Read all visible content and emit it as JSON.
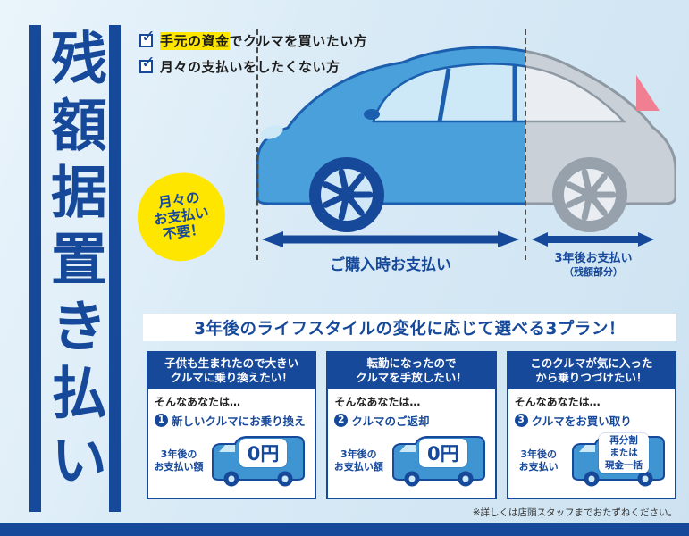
{
  "colors": {
    "dark_blue": "#17499b",
    "yellow": "#ffe600",
    "car_blue": "#4aa0da",
    "car_gray": "#c9d0d7",
    "bg": "#d8eaf6"
  },
  "title": {
    "vertical": "残額据置き払い"
  },
  "checklist": {
    "item1": {
      "highlight": "手元の資金",
      "rest": "でクルマを買いたい方"
    },
    "item2": {
      "text": "月々の支払いをしたくない方"
    }
  },
  "badge": {
    "text": "月々の\nお支払い\n不要！"
  },
  "payment": {
    "purchase_label": "ご購入時お支払い",
    "residual_label": "3年後お支払い",
    "residual_sub": "（残額部分）"
  },
  "banner": {
    "text": "3年後のライフスタイルの変化に応じて選べる3プラン！"
  },
  "plans": [
    {
      "header": "子供も生まれたので大きい\nクルマに乗り換えたい！",
      "lead": "そんなあなたは…",
      "number": "1",
      "action": "新しいクルマにお乗り換え",
      "price_label": "3年後の\nお支払い額",
      "price": "0円"
    },
    {
      "header": "転勤になったので\nクルマを手放したい！",
      "lead": "そんなあなたは…",
      "number": "2",
      "action": "クルマのご返却",
      "price_label": "3年後の\nお支払い額",
      "price": "0円"
    },
    {
      "header": "このクルマが気に入った\nから乗りつづけたい！",
      "lead": "そんなあなたは…",
      "number": "3",
      "action": "クルマをお買い取り",
      "price_label": "3年後の\nお支払い",
      "price": "再分割\nまたは\n現金一括"
    }
  ],
  "footer": {
    "note": "※詳しくは店頭スタッフまでおたずねください。"
  }
}
